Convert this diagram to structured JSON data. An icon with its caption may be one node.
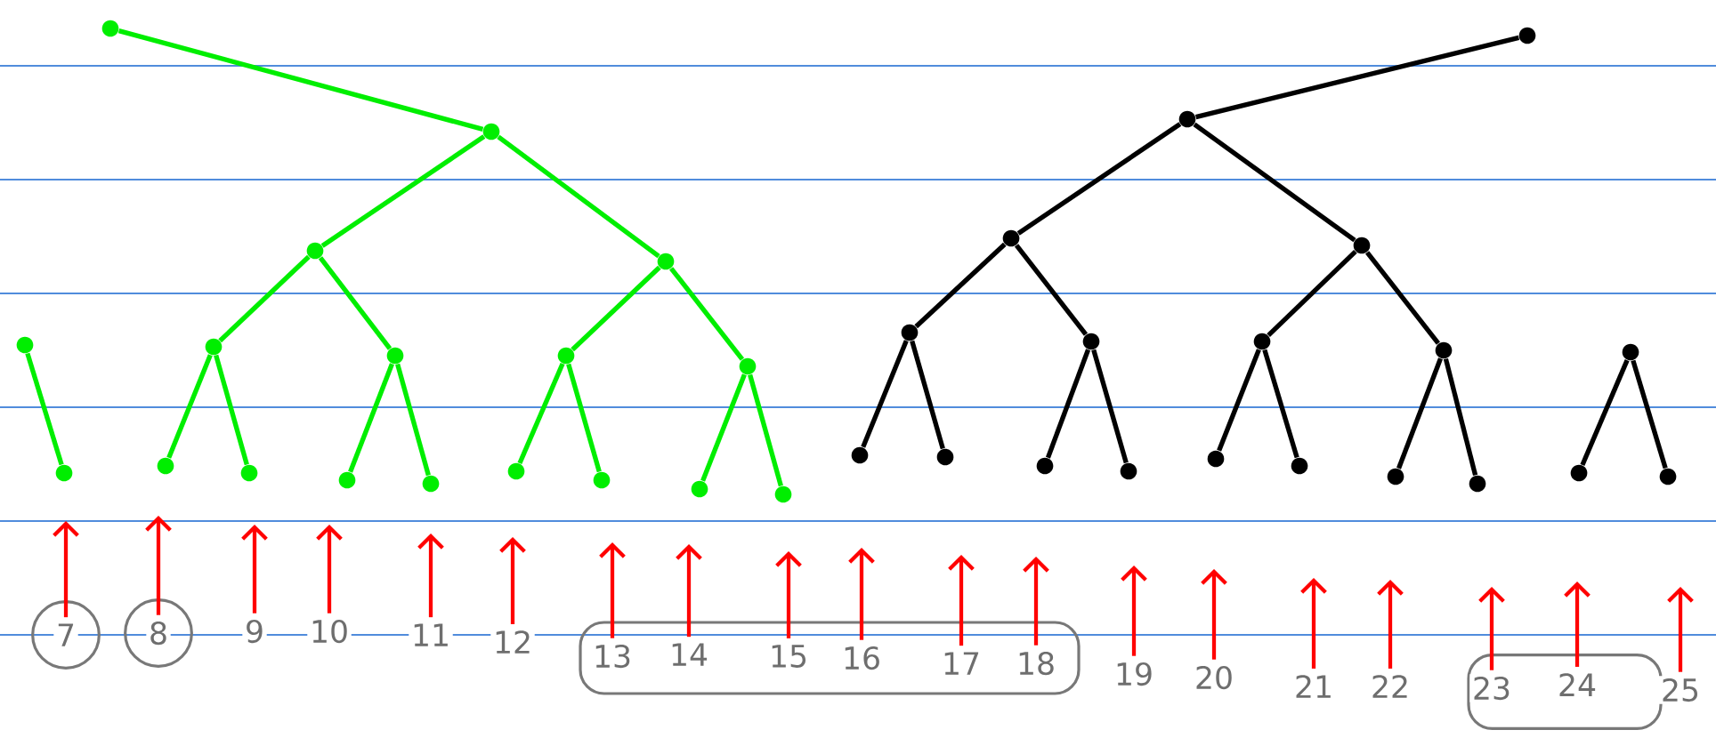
{
  "diagram": {
    "nodes": [
      {
        "text": [],
        "shape": "dot"
      },
      {
        "text": [],
        "shape": "dot"
      },
      {
        "text": [],
        "shape": "dot"
      },
      {
        "text": [],
        "shape": "dot"
      },
      {
        "text": [],
        "shape": "dot"
      },
      {
        "text": [],
        "shape": "dot"
      },
      {
        "text": [],
        "shape": "dot"
      },
      {
        "text": [],
        "shape": "dot"
      },
      {
        "text": [],
        "shape": "dot"
      },
      {
        "text": [],
        "shape": "dot"
      },
      {
        "text": [],
        "shape": "dot"
      },
      {
        "text": [],
        "shape": "dot"
      },
      {
        "text": [],
        "shape": "dot"
      },
      {
        "text": [],
        "shape": "dot"
      },
      {
        "text": [],
        "shape": "dot"
      },
      {
        "text": [],
        "shape": "dot"
      },
      {
        "text": [],
        "shape": "dot"
      },
      {
        "text": [],
        "shape": "dot"
      },
      {
        "text": [],
        "shape": "dot"
      },
      {
        "text": [],
        "shape": "dot"
      },
      {
        "text": [],
        "shape": "dot"
      },
      {
        "text": [],
        "shape": "dot"
      },
      {
        "text": [],
        "shape": "dot"
      },
      {
        "text": [],
        "shape": "dot"
      },
      {
        "text": [],
        "shape": "dot"
      },
      {
        "text": [],
        "shape": "dot"
      },
      {
        "text": [],
        "shape": "dot"
      },
      {
        "text": [],
        "shape": "dot"
      },
      {
        "text": [],
        "shape": "dot"
      },
      {
        "text": [],
        "shape": "dot"
      },
      {
        "text": [],
        "shape": "dot"
      },
      {
        "text": [],
        "shape": "dot"
      },
      {
        "text": [],
        "shape": "dot"
      },
      {
        "text": [],
        "shape": "dot"
      },
      {
        "text": [],
        "shape": "dot"
      },
      {
        "text": [],
        "shape": "dot"
      },
      {
        "text": [],
        "shape": "dot"
      },
      {
        "text": [],
        "shape": "circle"
      },
      {
        "text": [
          "7"
        ],
        "in": 37
      },
      {
        "text": [],
        "shape": "circle"
      },
      {
        "text": [
          "8"
        ],
        "in": 39
      },
      {
        "text": [
          "9"
        ]
      },
      {
        "text": [
          "10"
        ]
      },
      {
        "text": [
          "11"
        ]
      },
      {
        "text": [
          "12"
        ]
      },
      {
        "text": [],
        "shape": "oval"
      },
      {
        "text": [
          "13"
        ],
        "in": 45
      },
      {
        "text": [
          "14"
        ],
        "in": 45
      },
      {
        "text": [
          "15"
        ],
        "in": 45
      },
      {
        "text": [
          "16"
        ],
        "in": 45
      },
      {
        "text": [
          "17"
        ],
        "in": 45
      },
      {
        "text": [
          "18"
        ],
        "in": 45
      },
      {
        "text": [
          "19"
        ]
      },
      {
        "text": [
          "20"
        ]
      },
      {
        "text": [
          "21"
        ]
      },
      {
        "text": [
          "22"
        ]
      },
      {
        "text": [],
        "shape": "oval"
      },
      {
        "text": [
          "23"
        ],
        "in": 56
      },
      {
        "text": [
          "24"
        ],
        "in": 56
      },
      {
        "text": [
          "25"
        ]
      }
    ],
    "edges": [
      {
        "from": 0,
        "to": 1,
        "arrow": "none",
        "color": "#00ee00"
      },
      {
        "from": 1,
        "to": 2,
        "arrow": "none",
        "color": "#00ee00"
      },
      {
        "from": 1,
        "to": 3,
        "arrow": "none",
        "color": "#00ee00"
      },
      {
        "from": 2,
        "to": 5,
        "arrow": "none",
        "color": "#00ee00"
      },
      {
        "from": 2,
        "to": 6,
        "arrow": "none",
        "color": "#00ee00"
      },
      {
        "from": 3,
        "to": 7,
        "arrow": "none",
        "color": "#00ee00"
      },
      {
        "from": 3,
        "to": 8,
        "arrow": "none",
        "color": "#00ee00"
      },
      {
        "from": 4,
        "to": 9,
        "arrow": "none",
        "color": "#00ee00"
      },
      {
        "from": 5,
        "to": 10,
        "arrow": "none",
        "color": "#00ee00"
      },
      {
        "from": 5,
        "to": 11,
        "arrow": "none",
        "color": "#00ee00"
      },
      {
        "from": 6,
        "to": 12,
        "arrow": "none",
        "color": "#00ee00"
      },
      {
        "from": 6,
        "to": 13,
        "arrow": "none",
        "color": "#00ee00"
      },
      {
        "from": 7,
        "to": 14,
        "arrow": "none",
        "color": "#00ee00"
      },
      {
        "from": 7,
        "to": 15,
        "arrow": "none",
        "color": "#00ee00"
      },
      {
        "from": 8,
        "to": 16,
        "arrow": "none",
        "color": "#00ee00"
      },
      {
        "from": 8,
        "to": 17,
        "arrow": "none",
        "color": "#00ee00"
      },
      {
        "from": 18,
        "to": 19,
        "arrow": "none",
        "color": "#000000"
      },
      {
        "from": 19,
        "to": 20,
        "arrow": "none",
        "color": "#000000"
      },
      {
        "from": 19,
        "to": 21,
        "arrow": "none",
        "color": "#000000"
      },
      {
        "from": 20,
        "to": 22,
        "arrow": "none",
        "color": "#000000"
      },
      {
        "from": 20,
        "to": 23,
        "arrow": "none",
        "color": "#000000"
      },
      {
        "from": 21,
        "to": 24,
        "arrow": "none",
        "color": "#000000"
      },
      {
        "from": 21,
        "to": 25,
        "arrow": "none",
        "color": "#000000"
      },
      {
        "from": 22,
        "to": 27,
        "arrow": "none",
        "color": "#000000"
      },
      {
        "from": 22,
        "to": 28,
        "arrow": "none",
        "color": "#000000"
      },
      {
        "from": 23,
        "to": 29,
        "arrow": "none",
        "color": "#000000"
      },
      {
        "from": 23,
        "to": 30,
        "arrow": "none",
        "color": "#000000"
      },
      {
        "from": 24,
        "to": 31,
        "arrow": "none",
        "color": "#000000"
      },
      {
        "from": 24,
        "to": 32,
        "arrow": "none",
        "color": "#000000"
      },
      {
        "from": 25,
        "to": 33,
        "arrow": "none",
        "color": "#000000"
      },
      {
        "from": 25,
        "to": 34,
        "arrow": "none",
        "color": "#000000"
      },
      {
        "from": 26,
        "to": 35,
        "arrow": "none",
        "color": "#000000"
      },
      {
        "from": 26,
        "to": 36,
        "arrow": "none",
        "color": "#000000"
      },
      {
        "from": 38,
        "to": null,
        "arrow": "to"
      },
      {
        "from": 40,
        "to": null,
        "arrow": "to"
      },
      {
        "from": 41,
        "to": null,
        "arrow": "to"
      },
      {
        "from": 42,
        "to": null,
        "arrow": "to"
      },
      {
        "from": 43,
        "to": null,
        "arrow": "to"
      },
      {
        "from": 44,
        "to": null,
        "arrow": "to"
      },
      {
        "from": 46,
        "to": null,
        "arrow": "to"
      },
      {
        "from": 47,
        "to": null,
        "arrow": "to"
      },
      {
        "from": 48,
        "to": null,
        "arrow": "to"
      },
      {
        "from": 49,
        "to": null,
        "arrow": "to"
      },
      {
        "from": 50,
        "to": null,
        "arrow": "to"
      },
      {
        "from": 51,
        "to": null,
        "arrow": "to"
      },
      {
        "from": 52,
        "to": null,
        "arrow": "to"
      },
      {
        "from": 53,
        "to": null,
        "arrow": "to"
      },
      {
        "from": 54,
        "to": null,
        "arrow": "to"
      },
      {
        "from": 55,
        "to": null,
        "arrow": "to"
      },
      {
        "from": 57,
        "to": null,
        "arrow": "to"
      },
      {
        "from": 58,
        "to": null,
        "arrow": "to"
      },
      {
        "from": 59,
        "to": null,
        "arrow": "to"
      }
    ]
  }
}
